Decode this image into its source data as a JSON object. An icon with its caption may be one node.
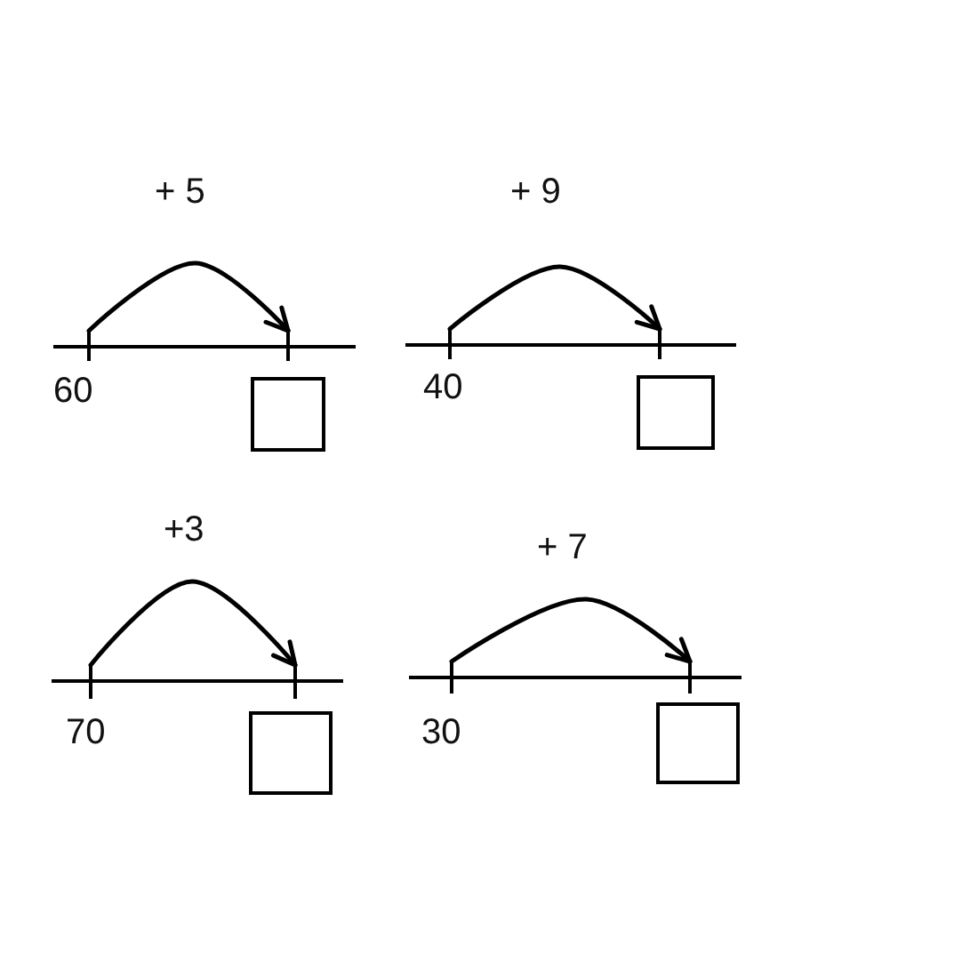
{
  "diagram": {
    "nodes": [
      {
        "text": [],
        "shape": "bar",
        "beside": [
          "60"
        ]
      },
      {
        "text": [],
        "shape": "bar"
      },
      {
        "text": [],
        "shape": "box"
      },
      {
        "text": [],
        "shape": "bar",
        "beside": [
          "40"
        ]
      },
      {
        "text": [],
        "shape": "bar"
      },
      {
        "text": [],
        "shape": "box"
      },
      {
        "text": [],
        "shape": "bar",
        "beside": [
          "70"
        ]
      },
      {
        "text": [],
        "shape": "bar"
      },
      {
        "text": [],
        "shape": "box"
      },
      {
        "text": [],
        "shape": "bar",
        "beside": [
          "30"
        ]
      },
      {
        "text": [],
        "shape": "bar"
      },
      {
        "text": [],
        "shape": "box"
      }
    ],
    "edges": [
      {
        "from": 0,
        "to": 1,
        "arrow": "to",
        "label": "+ 5"
      },
      {
        "from": 3,
        "to": 4,
        "arrow": "to",
        "label": "+ 9"
      },
      {
        "from": 6,
        "to": 7,
        "arrow": "to",
        "label": "+3"
      },
      {
        "from": 9,
        "to": 10,
        "arrow": "to",
        "label": "+ 7"
      }
    ]
  }
}
